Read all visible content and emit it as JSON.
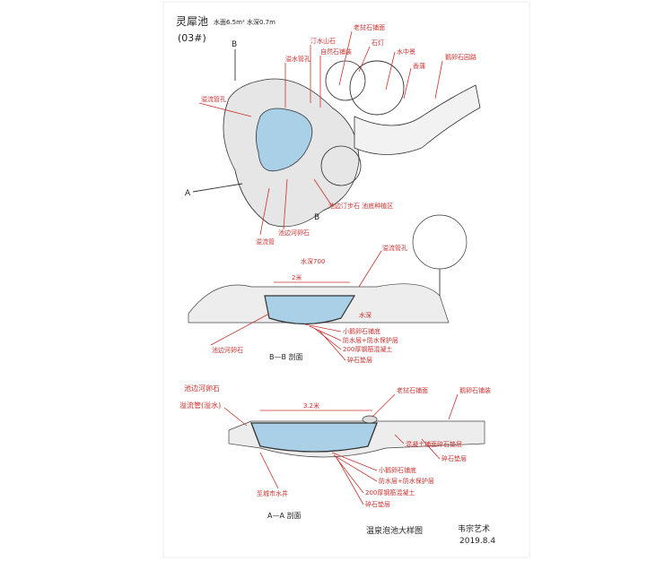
{
  "title": {
    "name": "灵犀池",
    "spec": "水面6.5m²  水深0.7m",
    "code": "(03#)"
  },
  "plan": {
    "section_marks": [
      "B",
      "B",
      "A"
    ],
    "labels": [
      "溢水管孔",
      "汀水山石",
      "自然石铺装",
      "老挝石铺面",
      "石灯",
      "水中景",
      "香蒲",
      "鹅卵石园路",
      "溢流管孔",
      "溢流管",
      "池边河卵石",
      "池边汀步石 池底种植区"
    ]
  },
  "section_bb": {
    "title": "B—B 剖面",
    "width": "2米",
    "depth": "水深700",
    "labels": [
      "溢流管孔",
      "池边河卵石",
      "水深",
      "小鹅卵石铺底",
      "防水层+防水保护层",
      "200厚钢筋混凝土",
      "碎石垫层"
    ]
  },
  "section_aa": {
    "title": "A—A 剖面",
    "width": "3.2米",
    "labels": [
      "池边河卵石",
      "溢流管(溢水)",
      "老挝石铺面",
      "鹅卵石铺装",
      "混凝土铺面碎石垫层",
      "碎石垫层",
      "小鹅卵石铺底",
      "防水层+防水保护层",
      "200厚钢筋混凝土",
      "碎石垫层",
      "至城市水井"
    ]
  },
  "footer": {
    "caption": "温泉泡池大样图",
    "author": "韦宗艺术",
    "date": "2019.8.4"
  },
  "colors": {
    "annotation": "#c8322f",
    "water": "#9fc9e0",
    "ink": "#333333"
  }
}
